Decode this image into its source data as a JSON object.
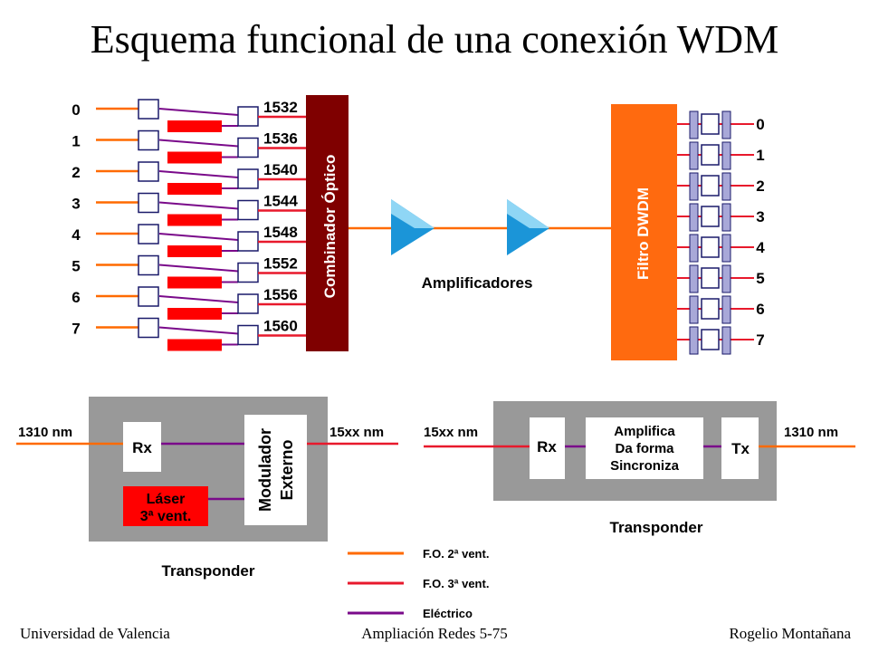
{
  "title": "Esquema funcional de una conexión WDM",
  "colors": {
    "fo_2nd": "#ff6a00",
    "fo_3rd": "#e8192c",
    "electric": "#7a0a8a",
    "combiner": "#7f0000",
    "filter": "#ff6a0f",
    "amplifier": "#1b95d8",
    "laser": "#ff0000",
    "transponder_bg": "#999999"
  },
  "input_channels": [
    "0",
    "1",
    "2",
    "3",
    "4",
    "5",
    "6",
    "7"
  ],
  "wavelengths": [
    "1532",
    "1536",
    "1540",
    "1544",
    "1548",
    "1552",
    "1556",
    "1560"
  ],
  "combiner_label": "Combinador Óptico",
  "amplifiers_label": "Amplificadores",
  "filter_label": "Filtro DWDM",
  "output_channels": [
    "0",
    "1",
    "2",
    "3",
    "4",
    "5",
    "6",
    "7"
  ],
  "transponder_left": {
    "in_label": "1310 nm",
    "out_label": "15xx nm",
    "rx": "Rx",
    "laser_line1": "Láser",
    "laser_line2": "3ª vent.",
    "modulator_line1": "Modulador",
    "modulator_line2": "Externo",
    "caption": "Transponder"
  },
  "transponder_right": {
    "in_label": "15xx nm",
    "out_label": "1310 nm",
    "rx": "Rx",
    "tx": "Tx",
    "process_line1": "Amplifica",
    "process_line2": "Da forma",
    "process_line3": "Sincroniza",
    "caption": "Transponder"
  },
  "legend": [
    {
      "label": "F.O. 2ª vent.",
      "color": "#ff6a00"
    },
    {
      "label": "F.O. 3ª vent.",
      "color": "#e8192c"
    },
    {
      "label": "Eléctrico",
      "color": "#7a0a8a"
    }
  ],
  "footer": {
    "left": "Universidad de Valencia",
    "center": "Ampliación Redes 5-75",
    "right": "Rogelio Montañana"
  }
}
